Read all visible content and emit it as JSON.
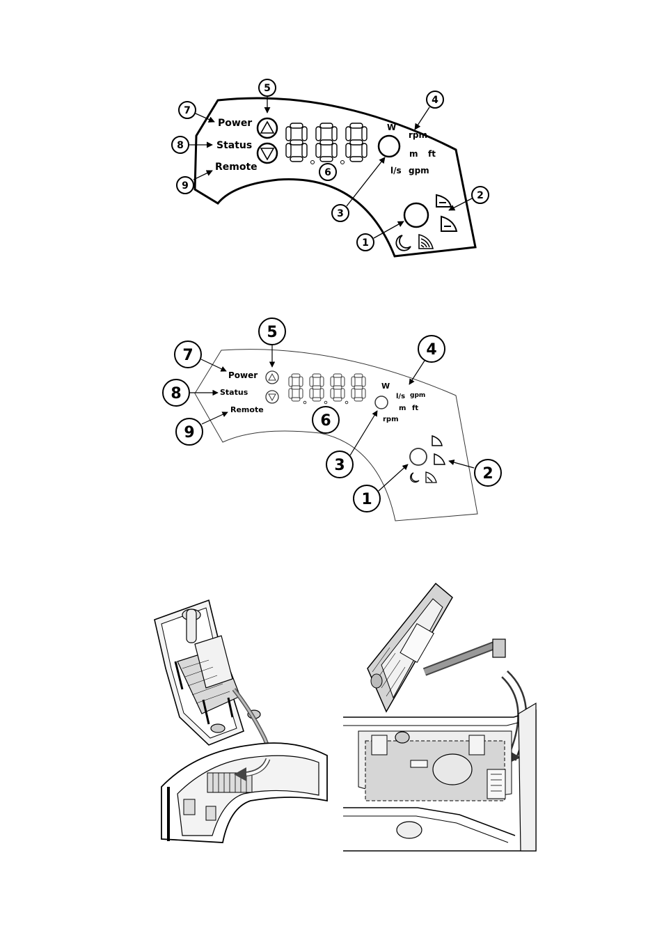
{
  "panel_a": {
    "labels": {
      "power": "Power",
      "status": "Status",
      "remote": "Remote",
      "unit_w": "W",
      "unit_rpm": "rpm",
      "unit_m": "m",
      "unit_ft": "ft",
      "unit_ls": "l/s",
      "unit_gpm": "gpm"
    },
    "callouts": [
      "1",
      "2",
      "3",
      "4",
      "5",
      "6",
      "7",
      "8",
      "9"
    ]
  },
  "panel_b": {
    "labels": {
      "power": "Power",
      "status": "Status",
      "remote": "Remote",
      "unit_w": "W",
      "unit_ls": "l/s",
      "unit_gpm": "gpm",
      "unit_m": "m",
      "unit_ft": "ft",
      "unit_rpm": "rpm"
    },
    "callouts": [
      "1",
      "2",
      "3",
      "4",
      "5",
      "6",
      "7",
      "8",
      "9"
    ]
  }
}
